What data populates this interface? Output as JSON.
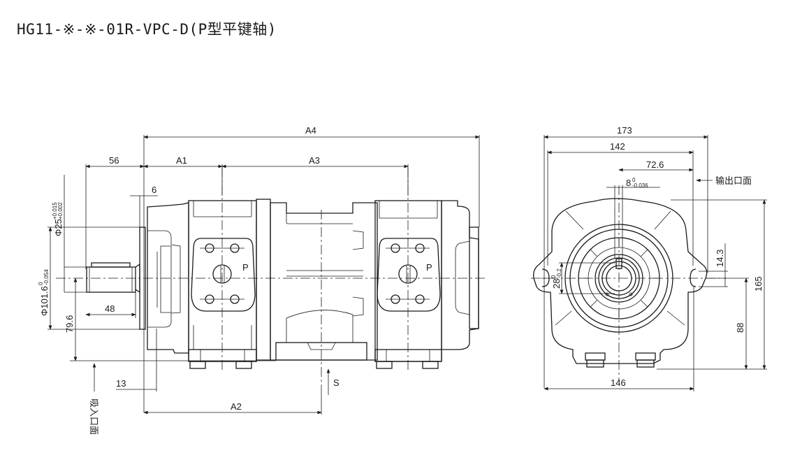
{
  "title": "HG11-※-※-01R-VPC-D(P型平键轴)",
  "side_view": {
    "dimensions": {
      "a4": "A4",
      "a1": "A1",
      "a3": "A3",
      "a2": "A2",
      "shaft_ext": "56",
      "flange_step": "6",
      "key_length": "48",
      "flange_thk": "13",
      "shaft_dia_main": "Φ25",
      "shaft_dia_tol_upper": "+0.015",
      "shaft_dia_tol_lower": "+0.002",
      "pilot_dia_main": "Φ101.6",
      "pilot_dia_tol_upper": "0",
      "pilot_dia_tol_lower": "-0.054",
      "centre_height": "79.6"
    },
    "port_labels": [
      "P",
      "P"
    ],
    "suction_mark": "S",
    "suction_face_label": "吸入口面"
  },
  "end_view": {
    "dimensions": {
      "overall_width": "173",
      "bolt_span": "142",
      "outlet_offset": "72.6",
      "key_width_main": "8",
      "key_width_tol_upper": "0",
      "key_width_tol_lower": "-0.036",
      "key_height_main": "28",
      "key_height_tol_upper": "0",
      "key_height_tol_lower": "-0.2",
      "slot_width": "14.3",
      "overall_height": "165",
      "centre_height": "88",
      "base_width": "146"
    },
    "outlet_face_label": "输出口面"
  }
}
